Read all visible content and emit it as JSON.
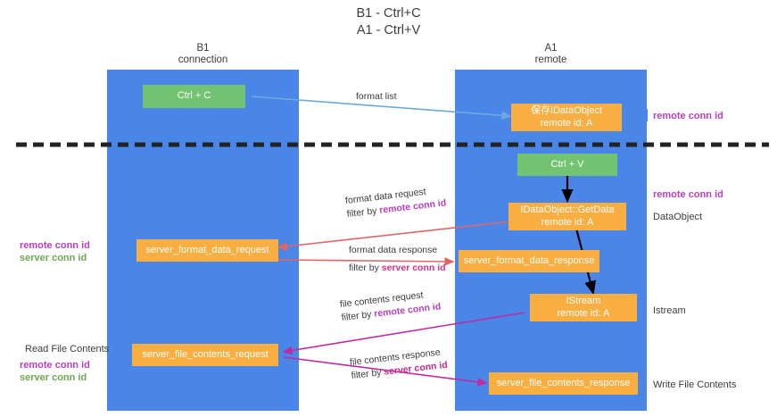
{
  "title": {
    "line1": "B1 - Ctrl+C",
    "line2": "A1 - Ctrl+V"
  },
  "columns": [
    {
      "name": "B1",
      "role": "connection"
    },
    {
      "name": "A1",
      "role": "remote"
    }
  ],
  "nodes": {
    "ctrl_c": "Ctrl + C",
    "ctrl_v": "Ctrl + V",
    "save_idataobject_l1": "保存IDataObject",
    "save_idataobject_l2": "remote id: A",
    "getdata_l1": "IDataObject::GetData",
    "getdata_l2": "remote id: A",
    "istream_l1": "IStream",
    "istream_l2": "remote id: A",
    "server_format_data_request": "server_format_data_request",
    "server_format_data_response": "server_format_data_response",
    "server_file_contents_request": "server_file_contents_request",
    "server_file_contents_response": "server_file_contents_response"
  },
  "edges": {
    "format_list": "format list",
    "format_data_request": "format data request",
    "format_data_request_filter_prefix": "filter by ",
    "format_data_request_filter_key": "remote conn id",
    "format_data_response": "format data response",
    "format_data_response_filter_prefix": "filter by ",
    "format_data_response_filter_key": "server conn id",
    "file_contents_request": "file contents request",
    "file_contents_request_filter_prefix": "filter by ",
    "file_contents_request_filter_key": "remote conn id",
    "file_contents_response": "file contents response",
    "file_contents_response_filter_prefix": "filter by ",
    "file_contents_response_filter_key": "server conn id"
  },
  "annotations": {
    "left_mid_remote": "remote conn id",
    "left_mid_server": "server conn id",
    "left_read_file_contents": "Read File Contents",
    "left_bottom_remote": "remote conn id",
    "left_bottom_server": "server conn id",
    "right_remote_top": "remote conn id",
    "right_remote_mid": "remote conn id",
    "right_dataobject": "DataObject",
    "right_istream": "Istream",
    "right_write_file_contents": "Write File Contents"
  },
  "colors": {
    "lane": "#4a86e8",
    "node_orange": "#f9ae41",
    "node_green": "#72c472",
    "remote_conn_id": "#b83fbf",
    "server_conn_id_green": "#6aa84f",
    "server_conn_id_pink": "#d62f86",
    "arrow_blue": "#6fa8dc",
    "arrow_red": "#e06666",
    "arrow_magenta": "#c02aa0",
    "arrow_black": "#000000",
    "divider": "#222222"
  }
}
